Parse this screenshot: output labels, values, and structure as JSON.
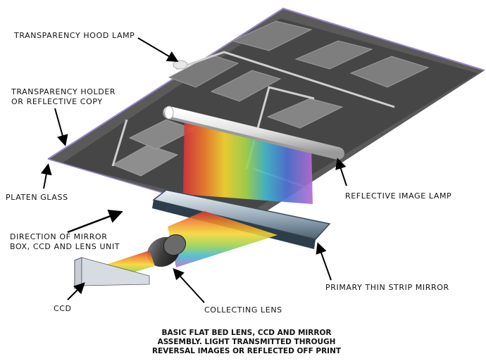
{
  "labels": {
    "transparency_hood_lamp": "TRANSPARENCY HOOD LAMP",
    "transparency_holder_line1": "TRANSPARENCY HOLDER",
    "transparency_holder_line2": "OR REFLECTIVE COPY",
    "platen_glass": "PLATEN GLASS",
    "reflective_image_lamp": "REFLECTIVE IMAGE LAMP",
    "direction_line1": "DIRECTION OF MIRROR",
    "direction_line2": "BOX, CCD AND LENS UNIT",
    "primary_mirror": "PRIMARY THIN STRIP MIRROR",
    "ccd": "CCD",
    "collecting_lens": "COLLECTING LENS"
  },
  "caption": {
    "line1": "BASIC FLAT BED LENS, CCD AND MIRROR",
    "line2": "ASSEMBLY. LIGHT TRANSMITTED THROUGH",
    "line3": "REVERSAL IMAGES OR REFLECTED OFF PRINT"
  },
  "colors": {
    "platen": "#4a4a4a",
    "platen_border": "#9a86c6",
    "tray": "#8a8a8a",
    "lamp": "#e6e6e6",
    "spectrum": [
      "#e0483a",
      "#f08a2a",
      "#f6d02c",
      "#9ed24a",
      "#3fb7c9",
      "#4a6fd1",
      "#b26ad1"
    ]
  }
}
